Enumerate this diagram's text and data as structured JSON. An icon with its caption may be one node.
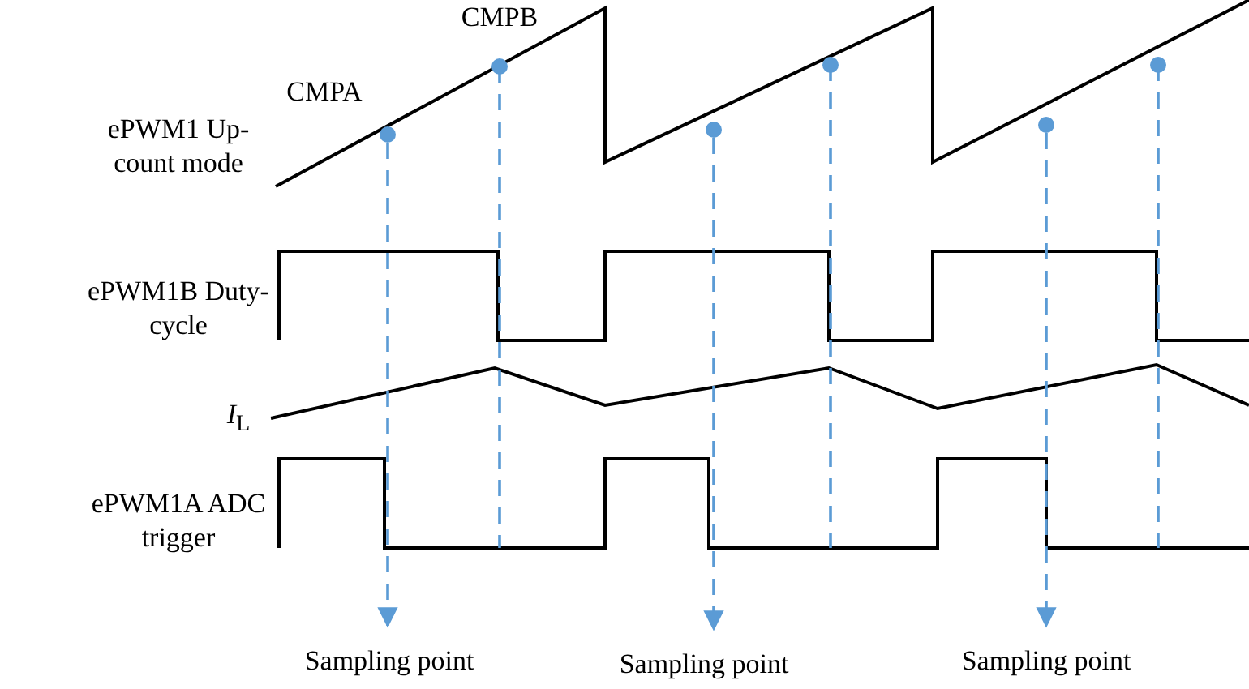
{
  "diagram": {
    "nodes": [
      {
        "text": [],
        "shape": "circle"
      },
      {
        "text": [],
        "shape": "circle"
      },
      {
        "text": [],
        "shape": "circle"
      },
      {
        "text": [
          "Sampling point"
        ]
      },
      {
        "text": [
          "Sampling point"
        ]
      },
      {
        "text": [
          "Sampling point"
        ]
      }
    ],
    "edges": [
      {
        "from": 0,
        "to": 3,
        "arrow": "to",
        "style": "dashed"
      },
      {
        "from": 1,
        "to": 4,
        "arrow": "to",
        "style": "dashed"
      },
      {
        "from": 2,
        "to": 5,
        "arrow": "to",
        "style": "dashed"
      }
    ],
    "labels": [
      "CMPB",
      "CMPA",
      "ePWM1 Up-count mode",
      "ePWM1B Duty-cycle",
      "*I*$_{L}$",
      "ePWM1A ADC trigger"
    ]
  }
}
